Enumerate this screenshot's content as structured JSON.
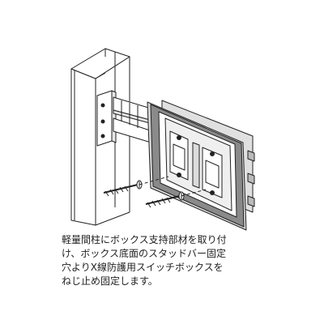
{
  "caption": {
    "lines": [
      "軽量間柱にボックス支持部材を取り付",
      "け、ボックス底面のスタッドバー固定",
      "穴よりX線防護用スイッチボックスを",
      "ねじ止め固定します。"
    ]
  },
  "colors": {
    "line": "#222222",
    "fill": "#ffffff",
    "gray_flange": "#d6d6d6",
    "dark_flange": "#8a8a8a",
    "interior": "#efefef"
  }
}
